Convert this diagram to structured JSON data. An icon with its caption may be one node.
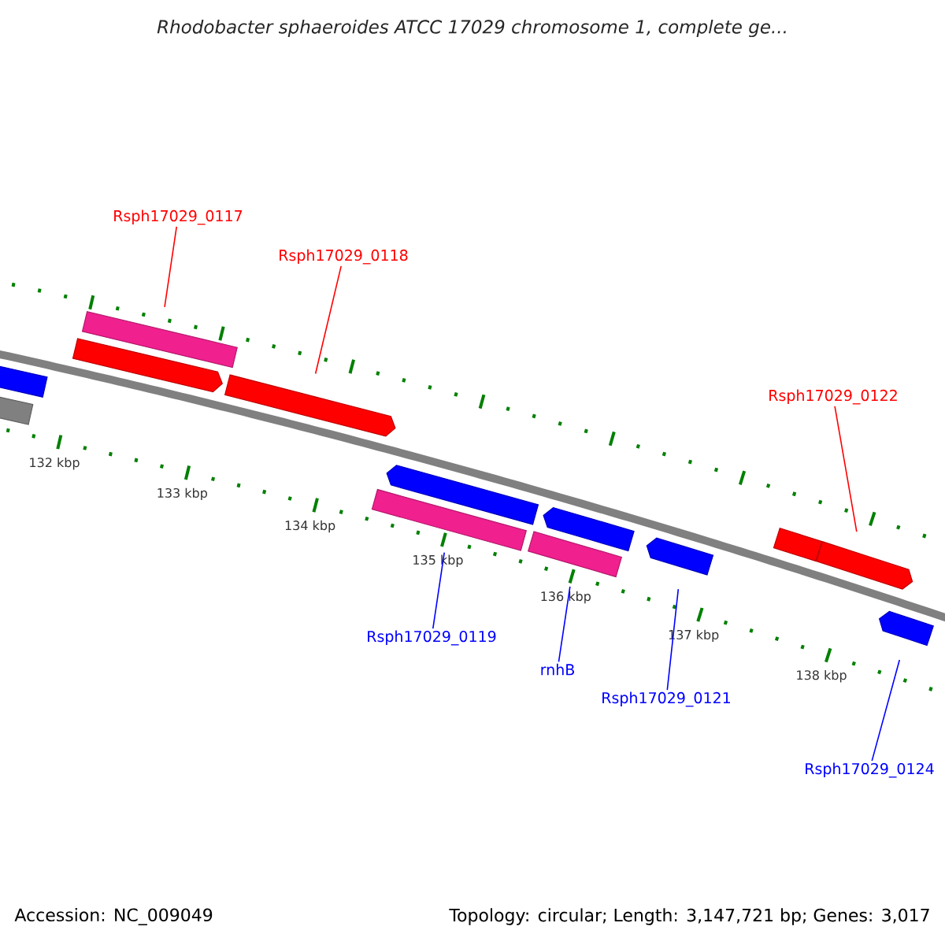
{
  "diagram": {
    "title": "Rhodobacter sphaeroides ATCC 17029 chromosome 1, complete ge...",
    "nodes": [
      {
        "text": [
          "Rsph17029_0117"
        ]
      },
      {
        "text": [
          "Rsph17029_0118"
        ]
      },
      {
        "text": [
          "Rsph17029_0122"
        ]
      },
      {
        "text": [],
        "shape": "bar"
      },
      {
        "text": [],
        "shape": "arrow"
      },
      {
        "text": [],
        "shape": "arrow"
      },
      {
        "text": [],
        "shape": "box"
      },
      {
        "text": [],
        "shape": "box"
      },
      {
        "text": [],
        "shape": "arrow"
      },
      {
        "text": [],
        "shape": "bar"
      },
      {
        "text": [],
        "shape": "arrow"
      },
      {
        "text": [],
        "shape": "bar"
      },
      {
        "text": [],
        "shape": "arrow"
      },
      {
        "text": [],
        "shape": "box"
      },
      {
        "text": [],
        "shape": "arrow"
      },
      {
        "text": [],
        "shape": "arrow"
      },
      {
        "text": [
          "Rsph17029_0119"
        ]
      },
      {
        "text": [
          "rnhB"
        ]
      },
      {
        "text": [
          "Rsph17029_0121"
        ]
      },
      {
        "text": [
          "Rsph17029_0124"
        ]
      }
    ],
    "edges": [
      {
        "from": 0,
        "to": 3,
        "arrow": "none",
        "color": "#ff0000"
      },
      {
        "from": 1,
        "to": 5,
        "arrow": "none",
        "color": "#ff0000"
      },
      {
        "from": 2,
        "to": 14,
        "arrow": "none",
        "color": "#ff0000"
      },
      {
        "from": 16,
        "to": 9,
        "arrow": "none"
      },
      {
        "from": 17,
        "to": 11,
        "arrow": "none"
      },
      {
        "from": 18,
        "to": 12,
        "arrow": "none"
      },
      {
        "from": 19,
        "to": 15,
        "arrow": "none"
      }
    ],
    "labels": [
      "132 kbp",
      "133 kbp",
      "134 kbp",
      "135 kbp",
      "136 kbp",
      "137 kbp",
      "138 kbp",
      "Accession: NC_009049",
      "Topology: circular; Length: 3,147,721 bp; Genes: 3,017"
    ]
  }
}
